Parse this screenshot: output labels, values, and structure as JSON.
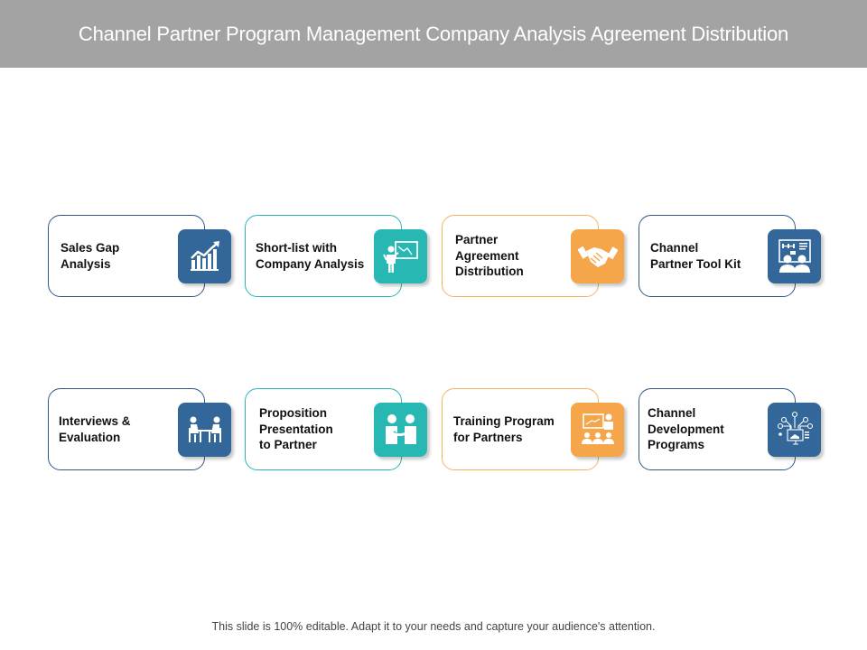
{
  "header": {
    "title": "Channel Partner Program Management Company Analysis Agreement Distribution"
  },
  "cards": [
    {
      "label": "Sales Gap\nAnalysis",
      "icon": "growth-chart-icon",
      "color": "#336699"
    },
    {
      "label": "Short-list with\nCompany  Analysis",
      "icon": "presenter-board-icon",
      "color": "#27b8b3"
    },
    {
      "label": "Partner\nAgreement\nDistribution",
      "icon": "handshake-icon",
      "color": "#f5a54a"
    },
    {
      "label": "Channel\nPartner Tool Kit",
      "icon": "team-planning-board-icon",
      "color": "#336699"
    },
    {
      "label": "Interviews &\nEvaluation",
      "icon": "interview-table-icon",
      "color": "#336699"
    },
    {
      "label": "Proposition\nPresentation\nto Partner",
      "icon": "people-handshake-icon",
      "color": "#27b8b3"
    },
    {
      "label": "Training Program\nfor Partners",
      "icon": "training-class-icon",
      "color": "#f5a54a"
    },
    {
      "label": "Channel\nDevelopment\nPrograms",
      "icon": "network-computer-icon",
      "color": "#336699"
    }
  ],
  "footer": {
    "text": "This slide is 100% editable. Adapt it to your needs and capture your audience's attention."
  }
}
